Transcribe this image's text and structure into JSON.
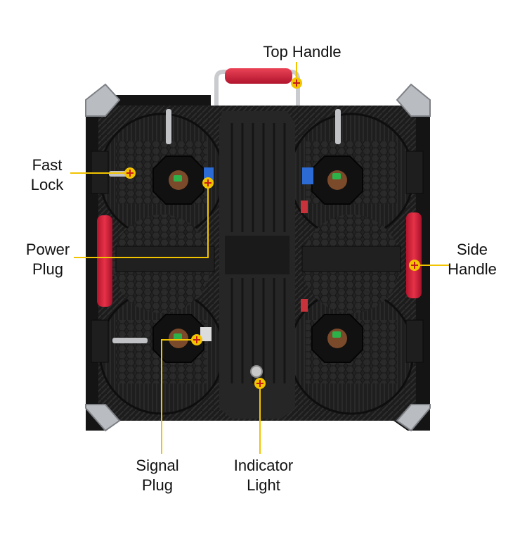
{
  "colors": {
    "background": "#ffffff",
    "pointer": "#f2c400",
    "handle_red": "#d8223a",
    "cabinet": "#1b1b1b",
    "metal": "#b9bcc0"
  },
  "labels": {
    "top_handle": "Top Handle",
    "fast_lock_1": "Fast",
    "fast_lock_2": "Lock",
    "power_plug_1": "Power",
    "power_plug_2": "Plug",
    "side_handle_1": "Side",
    "side_handle_2": "Handle",
    "signal_plug_1": "Signal",
    "signal_plug_2": "Plug",
    "indicator_light_1": "Indicator",
    "indicator_light_2": "Light"
  }
}
